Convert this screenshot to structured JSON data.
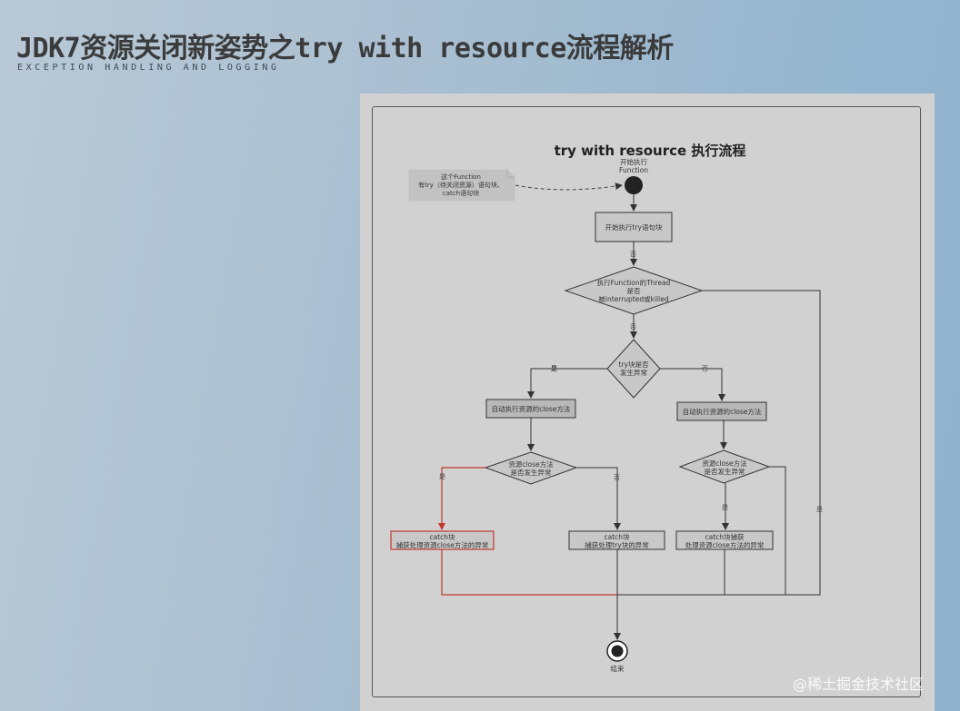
{
  "header": {
    "title": "JDK7资源关闭新姿势之try with resource流程解析",
    "subtitle": "EXCEPTION HANDLING AND LOGGING"
  },
  "diagram": {
    "title": "try with resource 执行流程",
    "start_label": [
      "开始执行",
      "Function"
    ],
    "note": [
      "这个Function",
      "有try（待关闭资源）语句块、",
      "catch语句块"
    ],
    "start_try": "开始执行try语句块",
    "thread_check": [
      "执行Function的Thread",
      "是否",
      "被interrupted或killed"
    ],
    "try_exception": [
      "try块是否",
      "发生异常"
    ],
    "auto_close_left": "自动执行资源的close方法",
    "auto_close_right": "自动执行资源的close方法",
    "close_exc_left": [
      "资源close方法",
      "是否发生异常"
    ],
    "close_exc_right": [
      "资源close方法",
      "是否发生异常"
    ],
    "catch_close": [
      "catch块",
      "捕获处理资源close方法的异常"
    ],
    "catch_try": [
      "catch块",
      "捕获处理try块的异常"
    ],
    "catch_close_right": [
      "catch块捕获",
      "处理资源close方法的异常"
    ],
    "end_label": "结束",
    "edges": {
      "no_1": "否",
      "no_2": "否",
      "yes_left": "是",
      "no_right": "否",
      "yes_close_left": "是",
      "no_close_left": "否",
      "yes_close_right": "是",
      "yes_thread": "是"
    }
  },
  "watermark": "@稀土掘金技术社区",
  "colors": {
    "highlight": "#c0392b",
    "node_fill": "#c8c8c8",
    "panel": "#d1d1d1"
  }
}
